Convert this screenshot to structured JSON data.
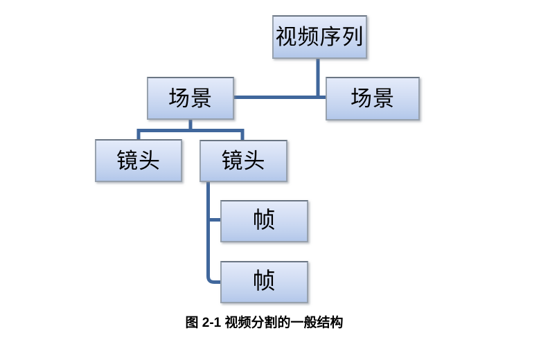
{
  "figure": {
    "caption": "图 2-1 视频分割的一般结构",
    "nodes": {
      "video_sequence": {
        "label": "视频序列",
        "level": 1
      },
      "scene_left": {
        "label": "场景",
        "level": 2
      },
      "scene_right": {
        "label": "场景",
        "level": 2
      },
      "shot_left": {
        "label": "镜头",
        "level": 3
      },
      "shot_right": {
        "label": "镜头",
        "level": 3
      },
      "frame_top": {
        "label": "帧",
        "level": 4
      },
      "frame_bottom": {
        "label": "帧",
        "level": 4
      }
    },
    "edges": [
      [
        "video_sequence",
        "scene_left"
      ],
      [
        "video_sequence",
        "scene_right"
      ],
      [
        "scene_left",
        "shot_left"
      ],
      [
        "scene_left",
        "shot_right"
      ],
      [
        "shot_right",
        "frame_top"
      ],
      [
        "shot_right",
        "frame_bottom"
      ]
    ],
    "colors": {
      "connector": "#40679C",
      "node_border": "#97A1AD",
      "node_fill_top": "#E4EBFA",
      "node_fill_bottom": "#B3C7EA",
      "text": "#000000",
      "background": "#FFFFFF"
    }
  }
}
